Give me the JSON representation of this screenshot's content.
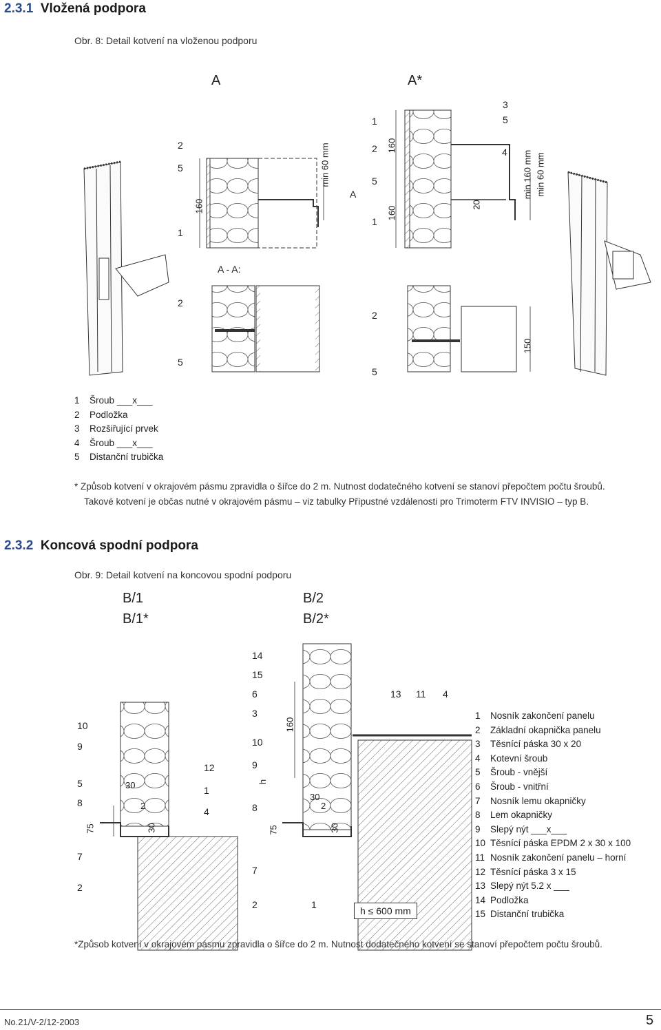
{
  "section1": {
    "number": "2.3.1",
    "title": "Vložená podpora",
    "caption": "Obr. 8: Detail kotvení na vloženou podporu"
  },
  "fig8": {
    "view_labels": {
      "a": "A",
      "a_star": "A*",
      "section_aa": "A - A:",
      "section_mark": "A"
    },
    "callouts_left": [
      "2",
      "5",
      "1"
    ],
    "callouts_right": [
      "1",
      "2",
      "5",
      "1",
      "3",
      "5",
      "4"
    ],
    "callouts_section": [
      "2",
      "5",
      "2",
      "5"
    ],
    "dims": {
      "d160a": "160",
      "min60a": "min 60 mm",
      "d160b": "160",
      "d160c": "160",
      "d20": "20",
      "min160": "min 160 mm",
      "min60b": "min 60 mm",
      "d150": "150"
    }
  },
  "legend1": [
    {
      "n": "1",
      "t": "Šroub ___x___"
    },
    {
      "n": "2",
      "t": "Podložka"
    },
    {
      "n": "3",
      "t": "Rozšiřující prvek"
    },
    {
      "n": "4",
      "t": "Šroub ___x___"
    },
    {
      "n": "5",
      "t": "Distanční trubička"
    }
  ],
  "note1": {
    "line1": "* Způsob kotvení v okrajovém pásmu zpravidla o šířce do 2 m. Nutnost dodatečného kotvení se stanoví přepočtem počtu šroubů.",
    "line2": "Takové kotvení je občas nutné v okrajovém pásmu – viz tabulky Přípustné vzdálenosti pro Trimoterm FTV INVISIO – typ B."
  },
  "section2": {
    "number": "2.3.2",
    "title": "Koncová spodní podpora",
    "caption": "Obr. 9: Detail kotvení na koncovou spodní podporu"
  },
  "fig9": {
    "view_labels": {
      "b1": "B/1",
      "b1s": "B/1*",
      "b2": "B/2",
      "b2s": "B/2*"
    },
    "left_callouts": [
      "10",
      "9",
      "5",
      "8",
      "7",
      "2"
    ],
    "left_right_callouts": [
      "12",
      "1",
      "4"
    ],
    "mid_callouts": [
      "14",
      "15",
      "6",
      "3",
      "10",
      "9",
      "8",
      "7",
      "2",
      "1"
    ],
    "top_callouts": [
      "13",
      "11",
      "4"
    ],
    "dims": {
      "d30a": "30",
      "d2a": "2",
      "d30b": "30",
      "d75a": "75",
      "d160": "160",
      "dh": "h",
      "d30c": "30",
      "d2b": "2",
      "d30d": "30",
      "d75b": "75"
    },
    "h_note": "h ≤ 600 mm"
  },
  "legend2": [
    {
      "n": "1",
      "t": "Nosník zakončení panelu"
    },
    {
      "n": "2",
      "t": "Základní okapnička panelu"
    },
    {
      "n": "3",
      "t": "Těsnící páska 30 x 20"
    },
    {
      "n": "4",
      "t": "Kotevní šroub"
    },
    {
      "n": "5",
      "t": "Šroub - vnější"
    },
    {
      "n": "6",
      "t": "Šroub - vnitřní"
    },
    {
      "n": "7",
      "t": "Nosník lemu okapničky"
    },
    {
      "n": "8",
      "t": "Lem okapničky"
    },
    {
      "n": "9",
      "t": "Slepý nýt ___x___"
    },
    {
      "n": "10",
      "t": "Těsnící páska EPDM 2 x 30 x 100"
    },
    {
      "n": "11",
      "t": "Nosník zakončení panelu – horní"
    },
    {
      "n": "12",
      "t": "Těsnící páska 3 x 15"
    },
    {
      "n": "13",
      "t": "Slepý nýt 5.2 x ___"
    },
    {
      "n": "14",
      "t": "Podložka"
    },
    {
      "n": "15",
      "t": "Distanční trubička"
    }
  ],
  "note2": "*Způsob kotvení v okrajovém pásmu zpravidla o šířce do 2 m. Nutnost dodatečného kotvení se stanoví přepočtem počtu šroubů.",
  "footer": {
    "doc": "No.21/V-2/12-2003",
    "page": "5"
  }
}
